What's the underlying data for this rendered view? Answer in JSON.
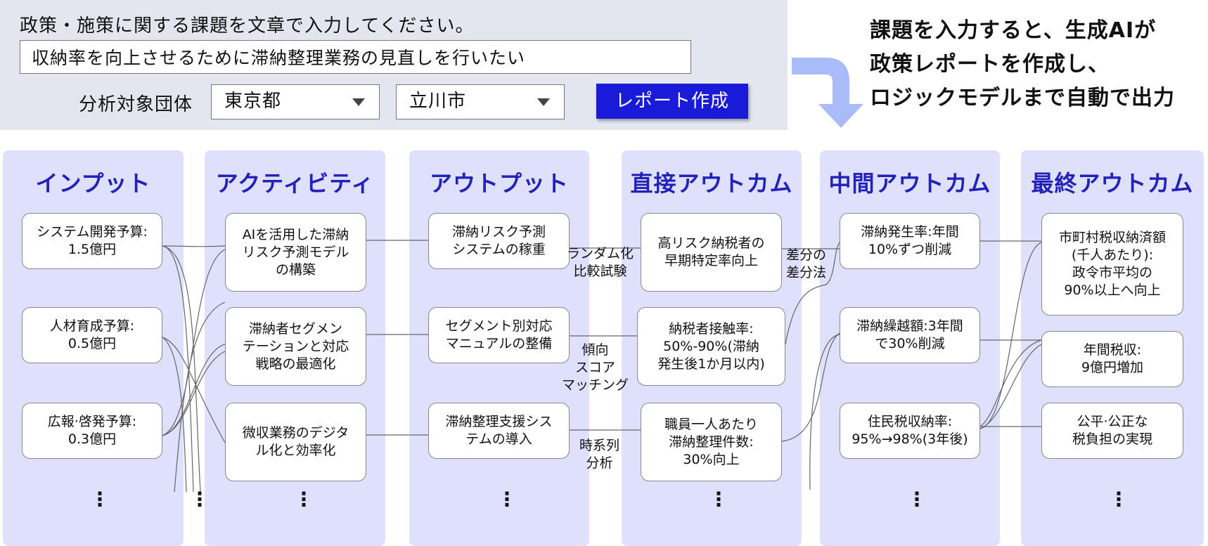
{
  "top_form": {
    "prompt_label": "政策・施策に関する課題を文章で入力してください。",
    "issue_value": "収納率を向上させるために滞納整理業務の見直しを行いたい",
    "target_label": "分析対象団体",
    "prefecture_value": "東京都",
    "city_value": "立川市",
    "report_button_label": "レポート作成"
  },
  "explanation": {
    "line1": "課題を入力すると、生成AIが",
    "line2": "政策レポートを作成し、",
    "line3": "ロジックモデルまで自動で出力"
  },
  "colors": {
    "panel_bg": "#e3e6ef",
    "column_bg": "#dfe0fb",
    "title_blue": "#2222bb",
    "button_blue": "#1a1ad9",
    "arrow_blue": "#a9bcf9"
  },
  "logic_model": {
    "columns": [
      {
        "title": "インプット",
        "items": [
          "システム開発予算:\n1.5億円",
          "人材育成予算:\n0.5億円",
          "広報·啓発予算:\n0.3億円"
        ],
        "more": "⋮"
      },
      {
        "title": "アクティビティ",
        "items": [
          "AIを活用した滞納\nリスク予測モデル\nの構築",
          "滞納者セグメン\nテーションと対応\n戦略の最適化",
          "微収業務のデジタ\nル化と効率化"
        ],
        "more": "⋮"
      },
      {
        "title": "アウトプット",
        "items": [
          "滞納リスク予測\nシステムの稼重",
          "セグメント別対応\nマニュアルの整備",
          "滞納整理支援シス\nテムの導入"
        ],
        "more": "⋮"
      },
      {
        "title": "直接アウトカム",
        "items": [
          "高リスク納税者の\n早期特定率向上",
          "納税者接触率:\n50%-90%(滞納\n発生後1か月以内)",
          "職員一人あたり\n滞納整理件数:\n30%向上"
        ],
        "more": "⋮"
      },
      {
        "title": "中間アウトカム",
        "items": [
          "滞納発生率:年間\n10%ずつ削減",
          "滞納繰越額:3年間\nで30%削減",
          "住民税収納率:\n95%→98%(3年後)"
        ],
        "more": "⋮"
      },
      {
        "title": "最終アウトカム",
        "items": [
          "市町村税収納済額\n(千人あたり):\n政令市平均の\n90%以上へ向上",
          "年間税収:\n9億円増加",
          "公平·公正な\n税負担の実現"
        ],
        "more": "⋮"
      }
    ],
    "extra_ellipsis": "⋮",
    "methods": [
      "ランダム化\n比較試験",
      "傾向\nスコア\nマッチング",
      "時系列\n分析",
      "差分の\n差分法"
    ]
  }
}
